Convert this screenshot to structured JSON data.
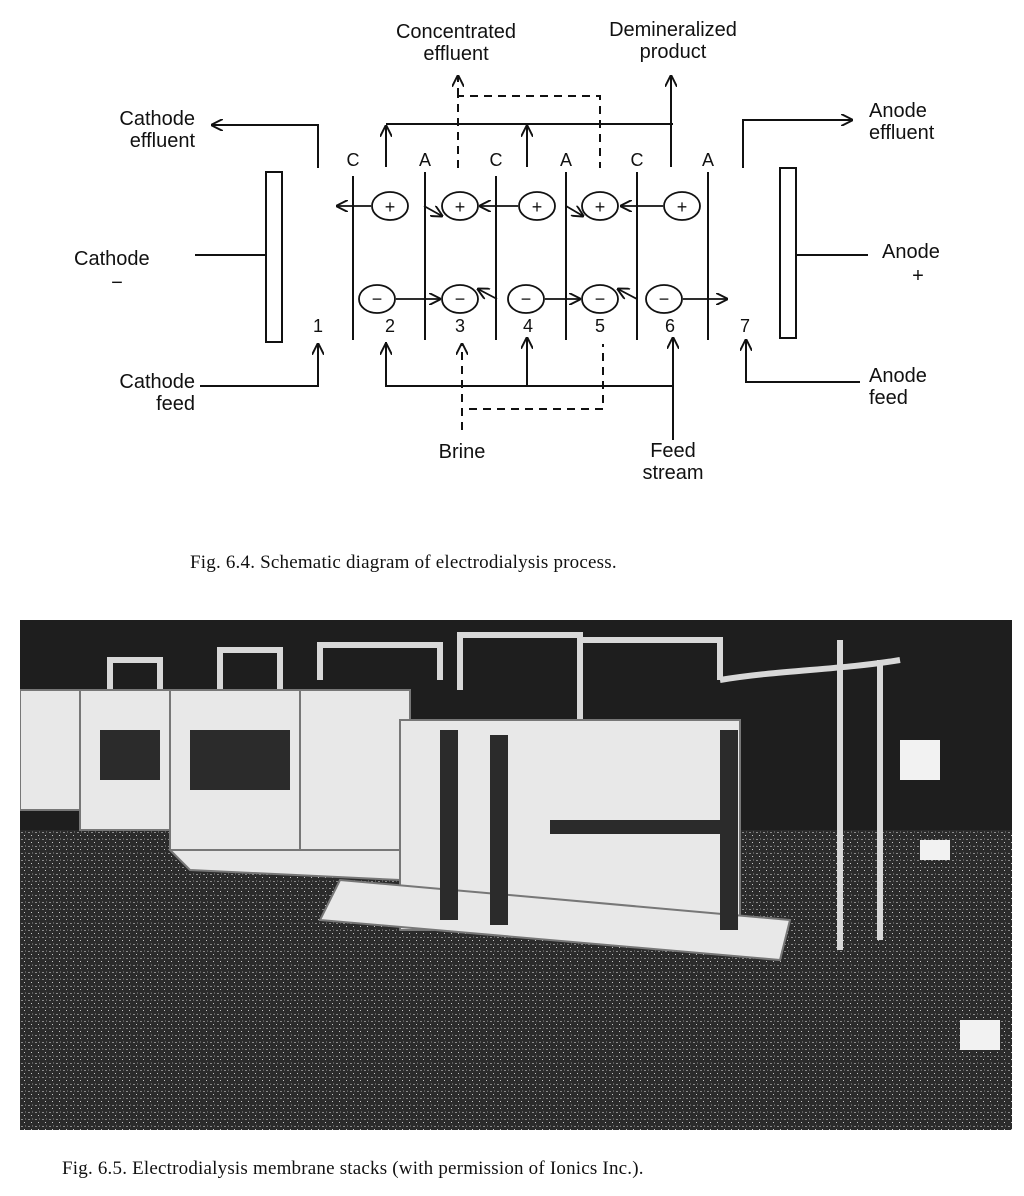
{
  "diagram": {
    "labels": {
      "concentrated_effluent": [
        "Concentrated",
        "effluent"
      ],
      "demineralized_product": [
        "Demineralized",
        "product"
      ],
      "cathode_effluent": [
        "Cathode",
        "effluent"
      ],
      "anode_effluent": [
        "Anode",
        "effluent"
      ],
      "cathode": [
        "Cathode",
        "−"
      ],
      "anode": [
        "Anode",
        "+"
      ],
      "cathode_feed": [
        "Cathode",
        "feed"
      ],
      "anode_feed": [
        "Anode",
        "feed"
      ],
      "brine": "Brine",
      "feed_stream": [
        "Feed",
        "stream"
      ]
    },
    "membranes": [
      "C",
      "A",
      "C",
      "A",
      "C",
      "A"
    ],
    "compartments": [
      "1",
      "2",
      "3",
      "4",
      "5",
      "6",
      "7"
    ],
    "cation_symbol": "+",
    "anion_symbol": "−"
  },
  "captions": {
    "fig_6_4": "Fig. 6.4. Schematic diagram of electrodialysis process.",
    "fig_6_5": "Fig. 6.5. Electrodialysis membrane stacks (with permission of Ionics Inc.)."
  }
}
